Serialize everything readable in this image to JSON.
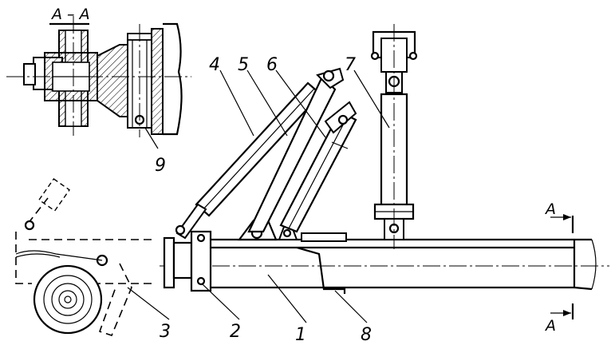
{
  "section": {
    "title": "A – A",
    "marker_top": "A",
    "marker_bottom": "A"
  },
  "labels": {
    "l1": "1",
    "l2": "2",
    "l3": "3",
    "l4": "4",
    "l5": "5",
    "l6": "6",
    "l7": "7",
    "l8": "8",
    "l9": "9"
  }
}
